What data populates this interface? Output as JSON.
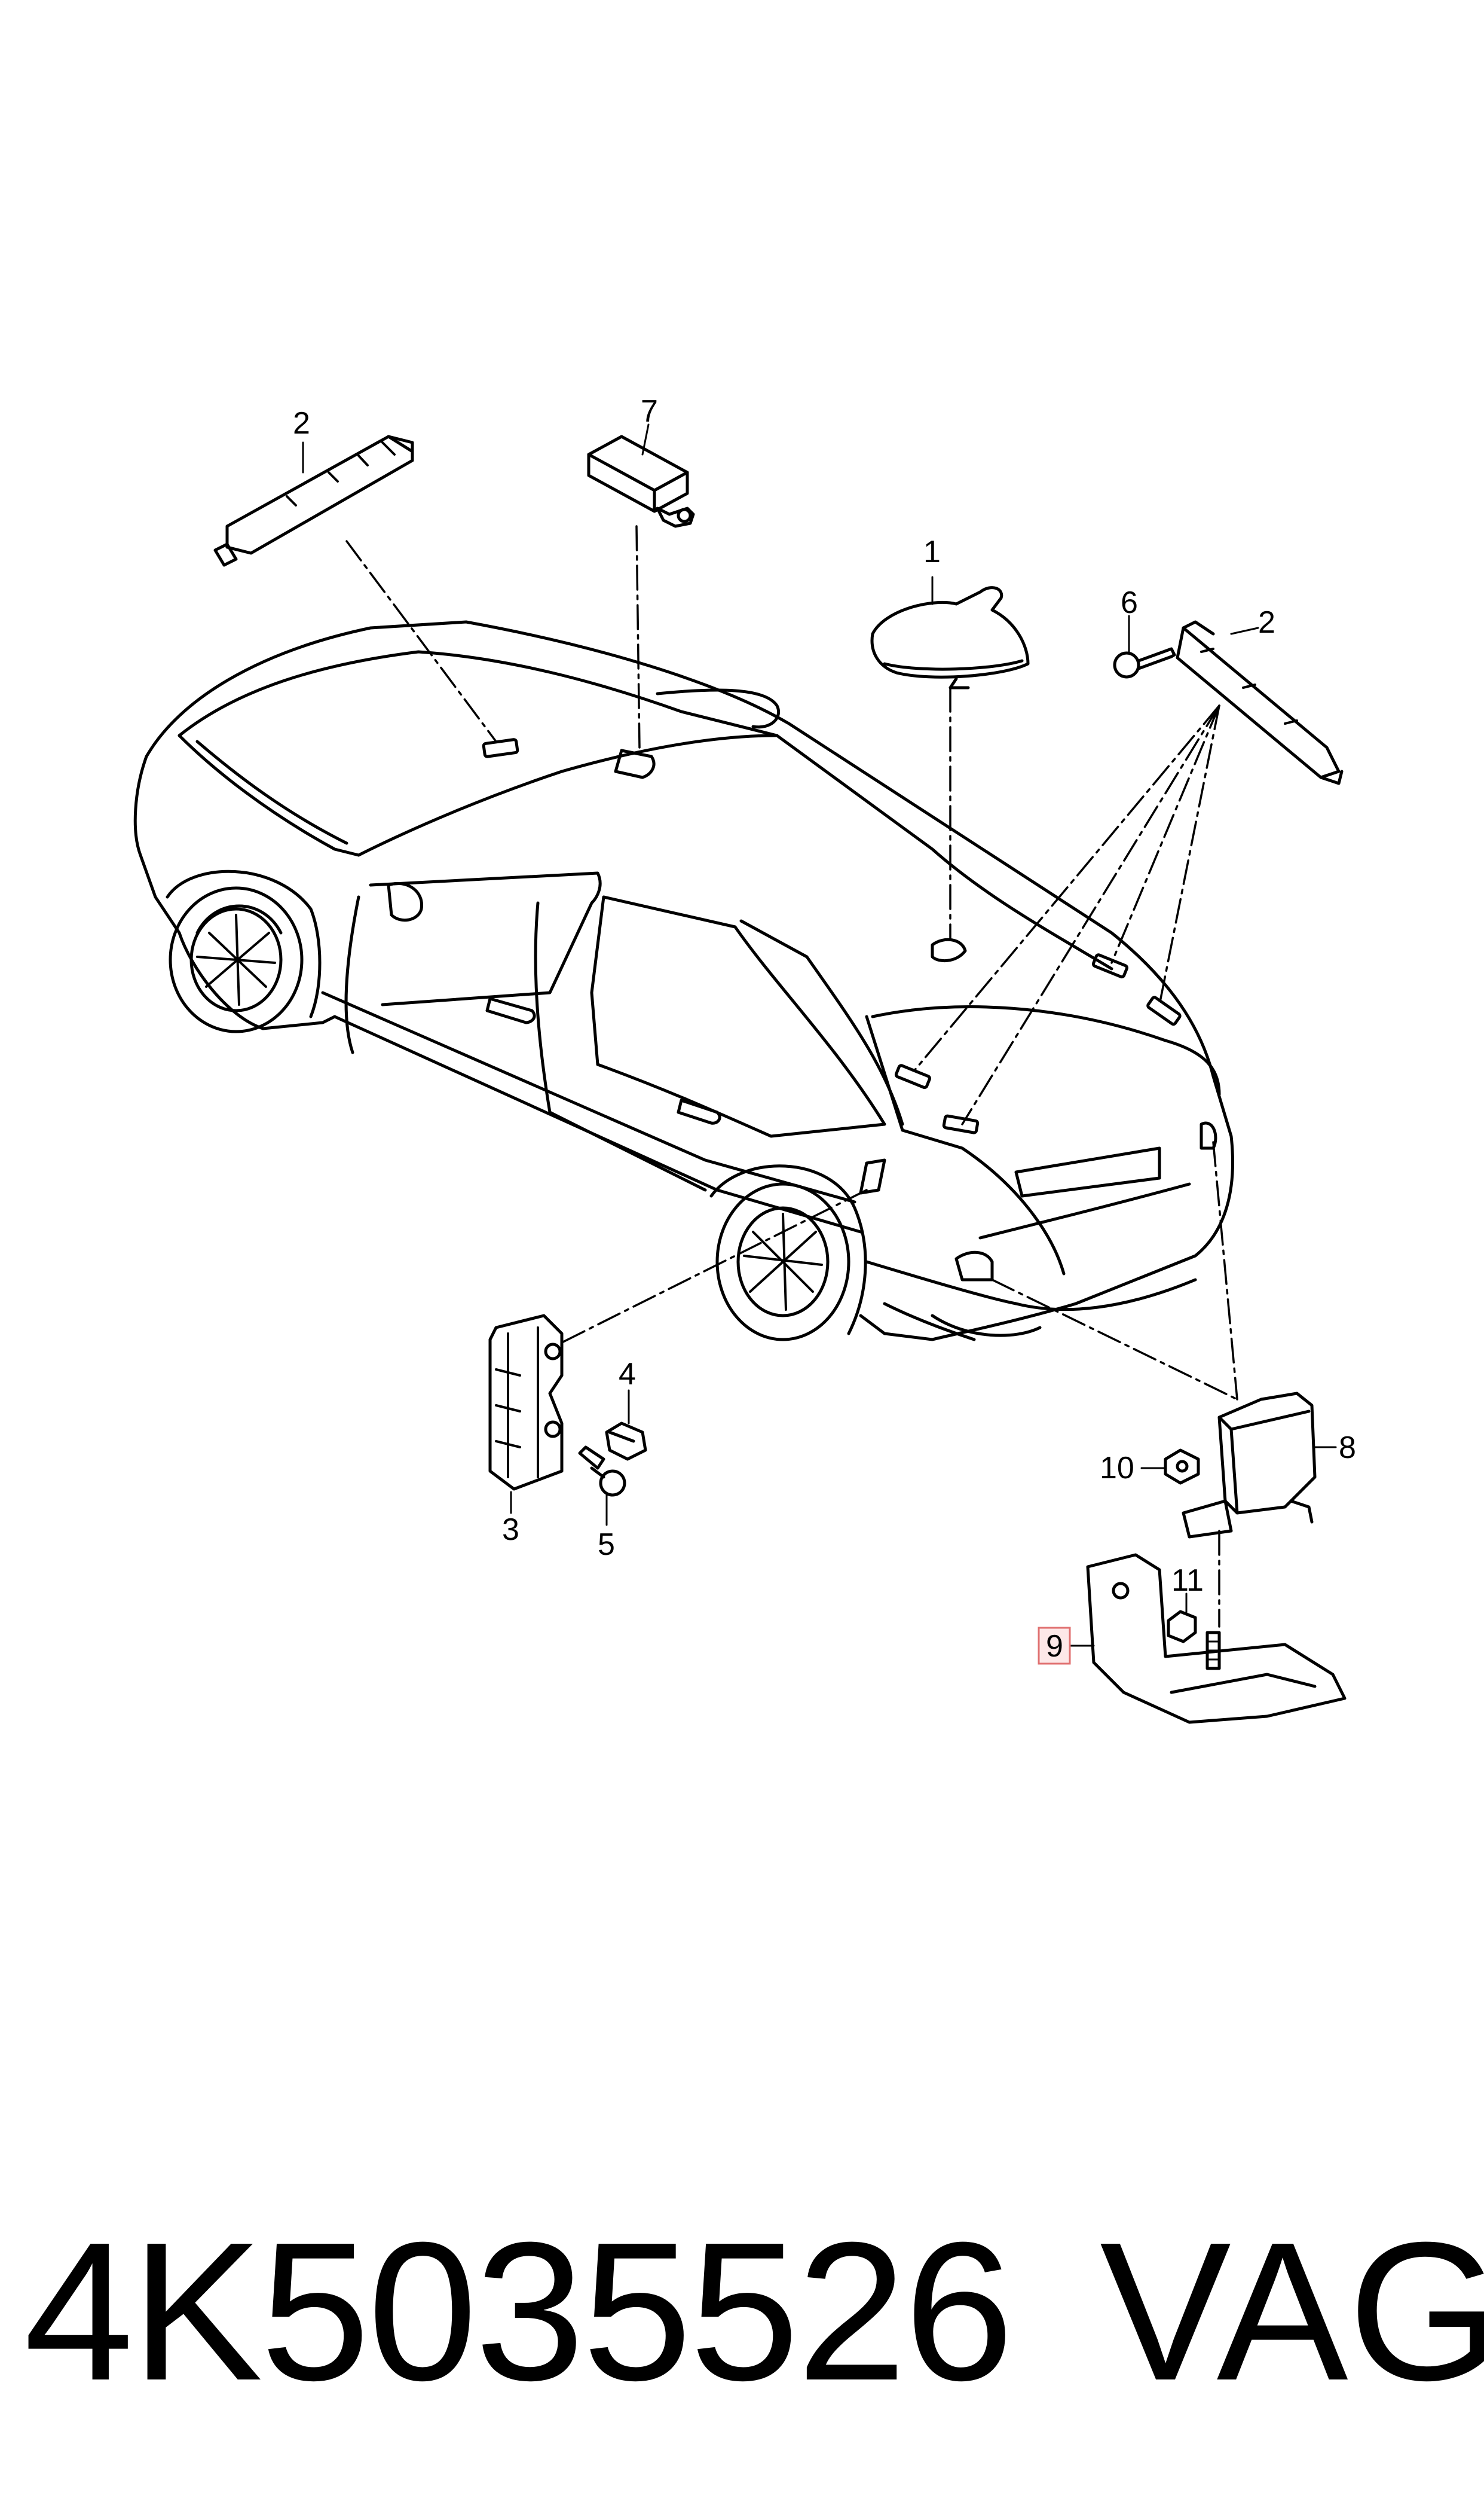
{
  "diagram": {
    "callouts": {
      "c1": "1",
      "c2a": "2",
      "c2b": "2",
      "c3": "3",
      "c4": "4",
      "c5": "5",
      "c6": "6",
      "c7": "7",
      "c8": "8",
      "c9": "9",
      "c10": "10",
      "c11": "11"
    },
    "highlighted_callout": "9",
    "highlight_color": "#e07070"
  },
  "footer": {
    "part_number": "4K5035526",
    "brand": "VAG"
  }
}
